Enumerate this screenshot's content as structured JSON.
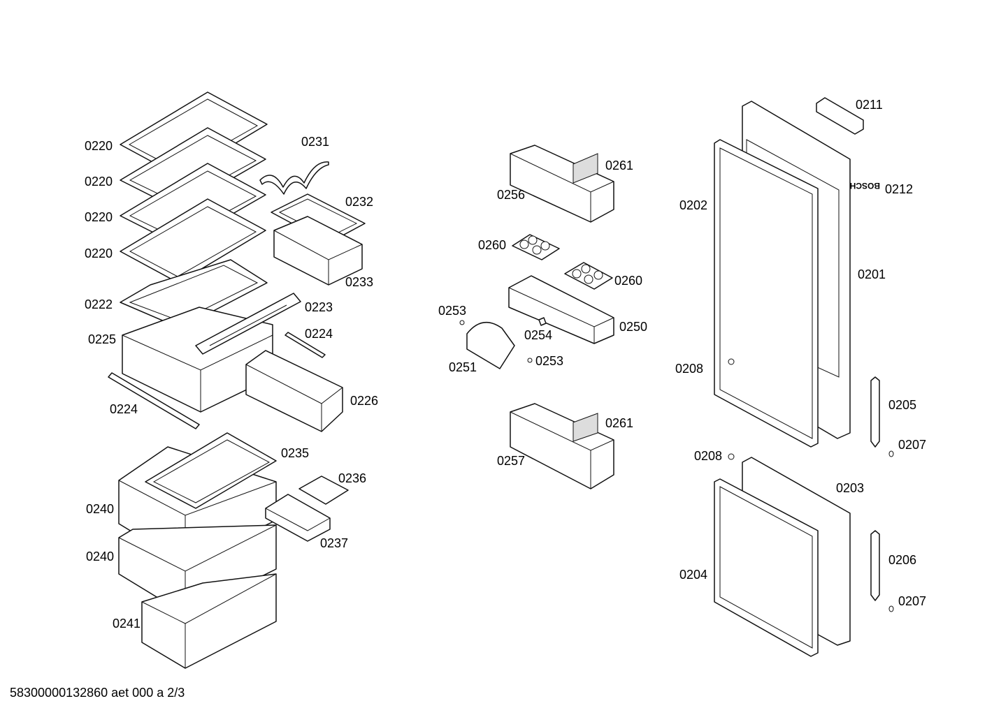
{
  "labels": {
    "l0220a": "0220",
    "l0220b": "0220",
    "l0220c": "0220",
    "l0220d": "0220",
    "l0222": "0222",
    "l0225": "0225",
    "l0224a": "0224",
    "l0224b": "0224",
    "l0223": "0223",
    "l0226": "0226",
    "l0231": "0231",
    "l0232": "0232",
    "l0233": "0233",
    "l0235": "0235",
    "l0236": "0236",
    "l0237": "0237",
    "l0240a": "0240",
    "l0240b": "0240",
    "l0241": "0241",
    "l0256": "0256",
    "l0261a": "0261",
    "l0260a": "0260",
    "l0260b": "0260",
    "l0253a": "0253",
    "l0253b": "0253",
    "l0254": "0254",
    "l0250": "0250",
    "l0251": "0251",
    "l0261b": "0261",
    "l0257": "0257",
    "l0211": "0211",
    "l0212": "0212",
    "l0202": "0202",
    "l0201": "0201",
    "l0208a": "0208",
    "l0208b": "0208",
    "l0205": "0205",
    "l0207a": "0207",
    "l0203": "0203",
    "l0204": "0204",
    "l0206": "0206",
    "l0207b": "0207"
  },
  "brand_mark": "BOSCH",
  "footer": "58300000132860 aet 000 a 2/3"
}
